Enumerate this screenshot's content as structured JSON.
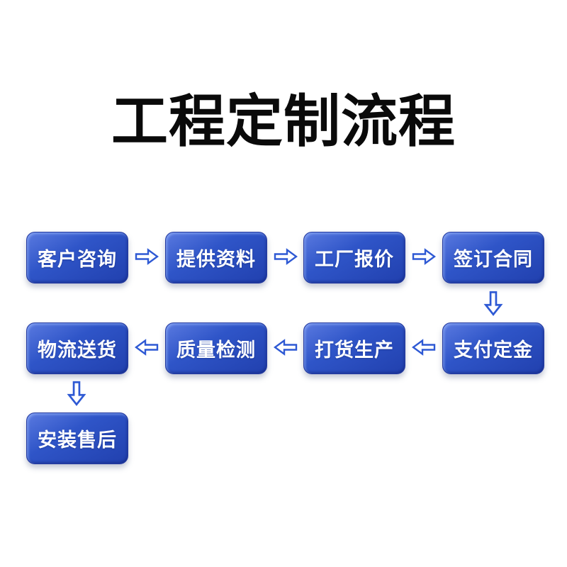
{
  "title": "工程定制流程",
  "colors": {
    "page_bg": "#ffffff",
    "title_text": "#0a0a0a",
    "arrow": "#2e59d4",
    "box_top": "#5a7ae0",
    "box_mid": "#2f55c8",
    "box_bottom": "#2140ae",
    "box_border": "#23399f",
    "box_text": "#ffffff"
  },
  "steps": [
    {
      "id": "customer-inquiry",
      "label": "客户咨询"
    },
    {
      "id": "provide-materials",
      "label": "提供资料"
    },
    {
      "id": "factory-quote",
      "label": "工厂报价"
    },
    {
      "id": "sign-contract",
      "label": "签订合同"
    },
    {
      "id": "pay-deposit",
      "label": "支付定金"
    },
    {
      "id": "production",
      "label": "打货生产"
    },
    {
      "id": "quality-inspection",
      "label": "质量检测"
    },
    {
      "id": "logistics-delivery",
      "label": "物流送货"
    },
    {
      "id": "installation-aftersales",
      "label": "安装售后"
    }
  ]
}
